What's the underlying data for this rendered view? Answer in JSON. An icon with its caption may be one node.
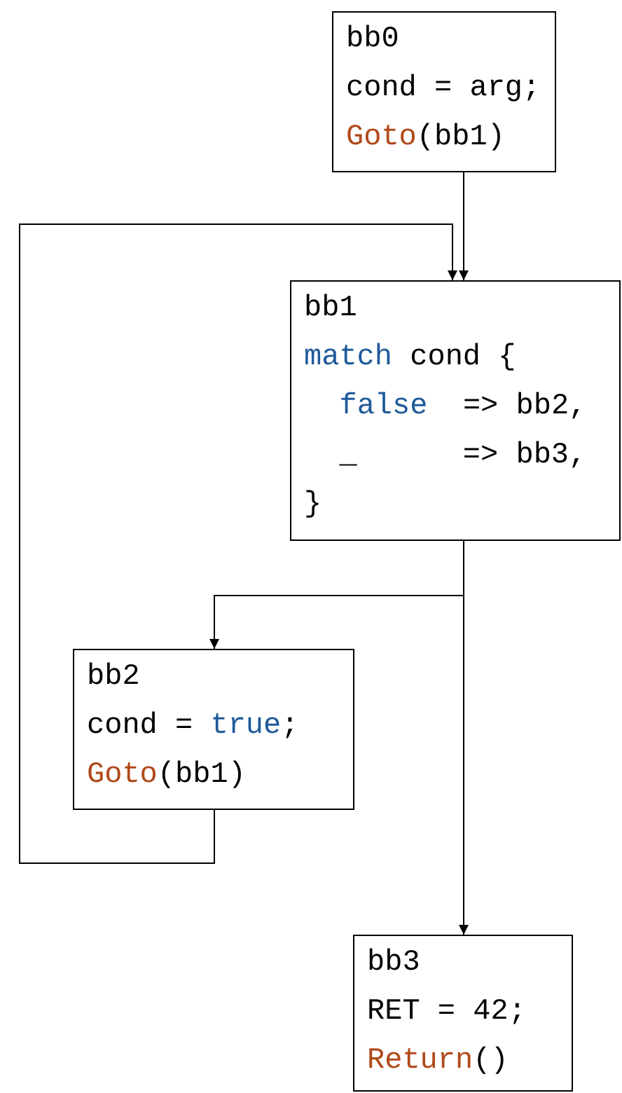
{
  "diagram": {
    "nodes": [
      {
        "text": [
          "bb0",
          "cond = arg;",
          "Goto(bb1)"
        ]
      },
      {
        "text": [
          "bb1",
          "match cond {",
          "  false  => bb2,",
          "  _      => bb3,",
          "}"
        ]
      },
      {
        "text": [
          "bb2",
          "cond = true;",
          "Goto(bb1)"
        ]
      },
      {
        "text": [
          "bb3",
          "RET = 42;",
          "Return()"
        ]
      }
    ],
    "edges": [
      {
        "from": 0,
        "to": 1,
        "arrow": "to"
      },
      {
        "from": 1,
        "to": 2,
        "arrow": "to"
      },
      {
        "from": 1,
        "to": 3,
        "arrow": "to"
      },
      {
        "from": 2,
        "to": 1,
        "arrow": "to"
      }
    ]
  }
}
